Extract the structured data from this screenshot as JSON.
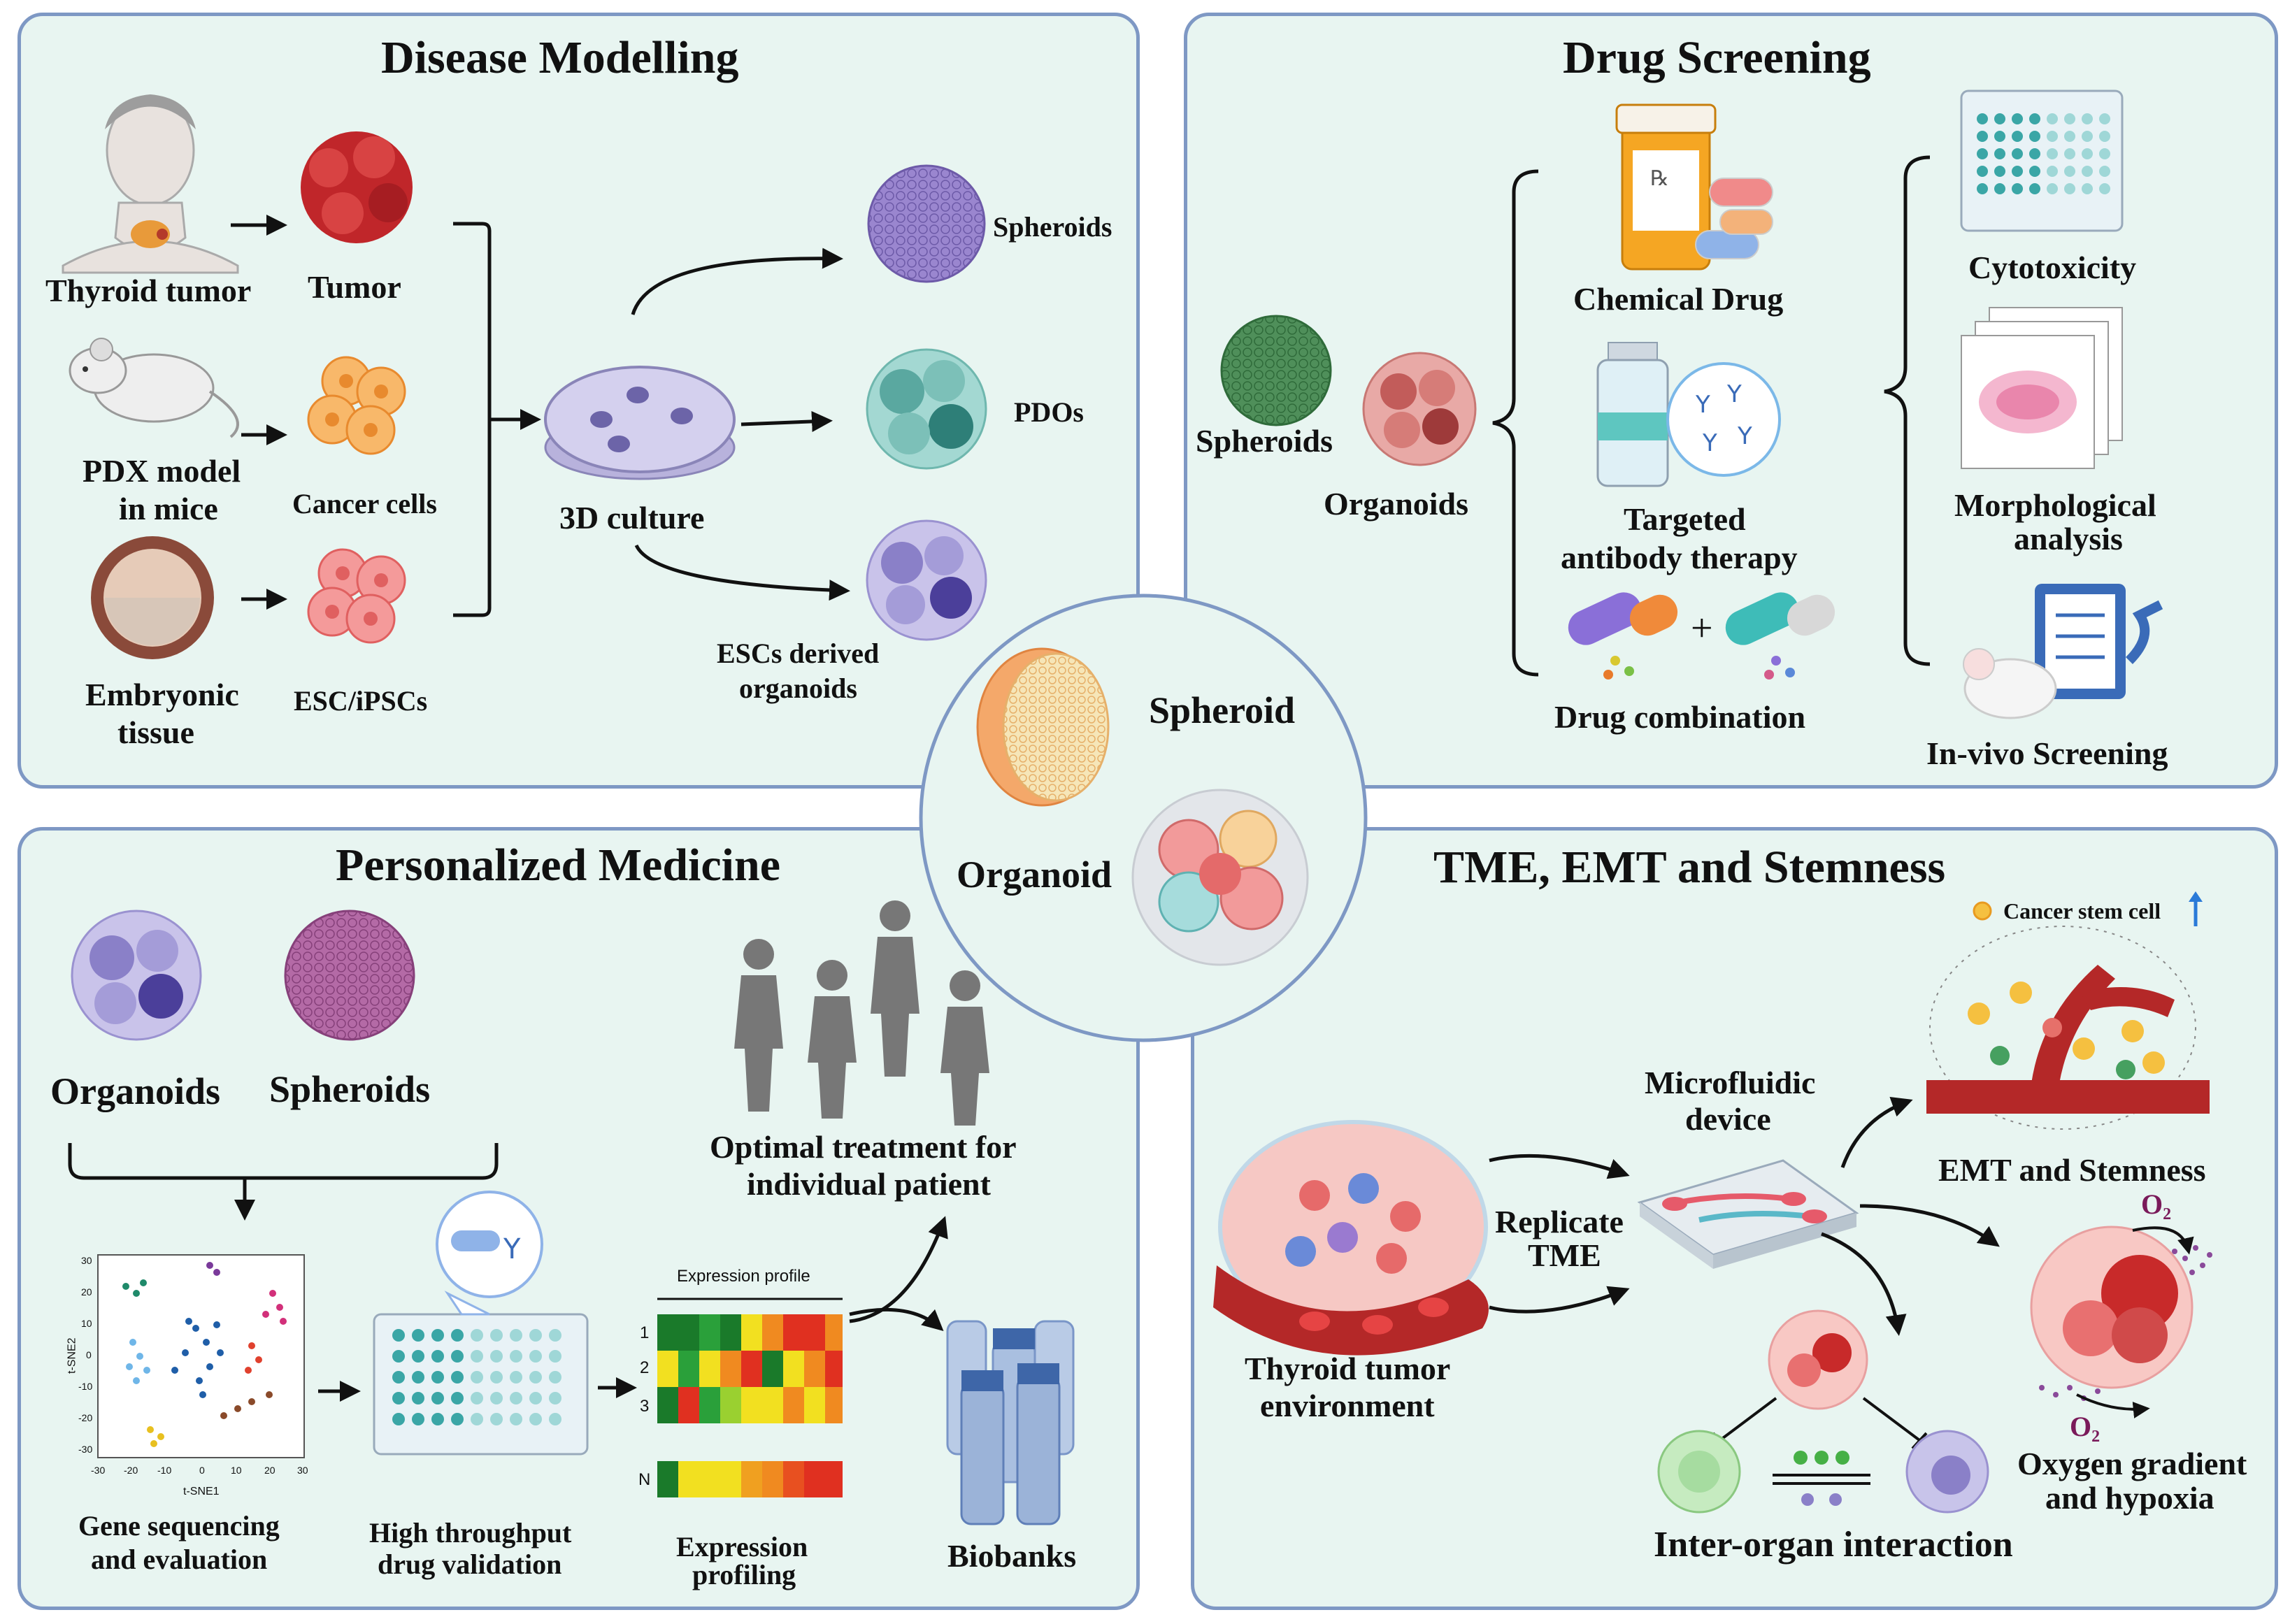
{
  "colors": {
    "panel_bg": "#e8f5f1",
    "panel_border": "#7e98c4",
    "arrow": "#111111"
  },
  "disease_modelling": {
    "title": "Disease Modelling",
    "thyroid_tumor": "Thyroid tumor",
    "tumor": "Tumor",
    "pdx_model": "PDX model",
    "in_mice": "in mice",
    "cancer_cells": "Cancer cells",
    "embryonic": "Embryonic",
    "tissue": "tissue",
    "esc_ipscs": "ESC/iPSCs",
    "culture_3d": "3D culture",
    "spheroids": "Spheroids",
    "pdos": "PDOs",
    "escs_derived": "ESCs derived",
    "organoids": "organoids"
  },
  "drug_screening": {
    "title": "Drug Screening",
    "spheroids": "Spheroids",
    "organoids": "Organoids",
    "chemical_drug": "Chemical Drug",
    "targeted": "Targeted",
    "antibody_therapy": "antibody therapy",
    "plus": "+",
    "drug_combination": "Drug combination",
    "cytotoxicity": "Cytotoxicity",
    "morphological": "Morphological",
    "analysis": "analysis",
    "in_vivo": "In-vivo Screening"
  },
  "center": {
    "spheroid": "Spheroid",
    "organoid": "Organoid"
  },
  "personalized": {
    "title": "Personalized Medicine",
    "organoids": "Organoids",
    "spheroids": "Spheroids",
    "gene_seq_1": "Gene sequencing",
    "gene_seq_2": "and evaluation",
    "htp_1": "High throughput",
    "htp_2": "drug validation",
    "expr_1": "Expression",
    "expr_2": "profiling",
    "biobanks": "Biobanks",
    "optimal_1": "Optimal treatment for",
    "optimal_2": "individual patient",
    "expression_profile": "Expression profile",
    "rows": [
      "1",
      "2",
      "3",
      "N"
    ],
    "tsne_x": "t-SNE1",
    "tsne_y": "t-SNE2",
    "tsne_x_ticks": [
      "-30",
      "-20",
      "-10",
      "0",
      "10",
      "20",
      "30"
    ],
    "tsne_y_ticks": [
      "30",
      "20",
      "10",
      "0",
      "-10",
      "-20",
      "-30"
    ]
  },
  "tme": {
    "title": "TME, EMT and Stemness",
    "cancer_stem_cell": "Cancer stem cell",
    "microfluidic": "Microfluidic",
    "device": "device",
    "replicate": "Replicate",
    "tme": "TME",
    "thyroid_tumor": "Thyroid tumor",
    "environment": "environment",
    "emt_stemness": "EMT and Stemness",
    "o2_top": "O₂",
    "o2_bottom": "O₂",
    "oxygen_1": "Oxygen gradient",
    "oxygen_2": "and hypoxia",
    "inter_organ": "Inter-organ interaction"
  }
}
